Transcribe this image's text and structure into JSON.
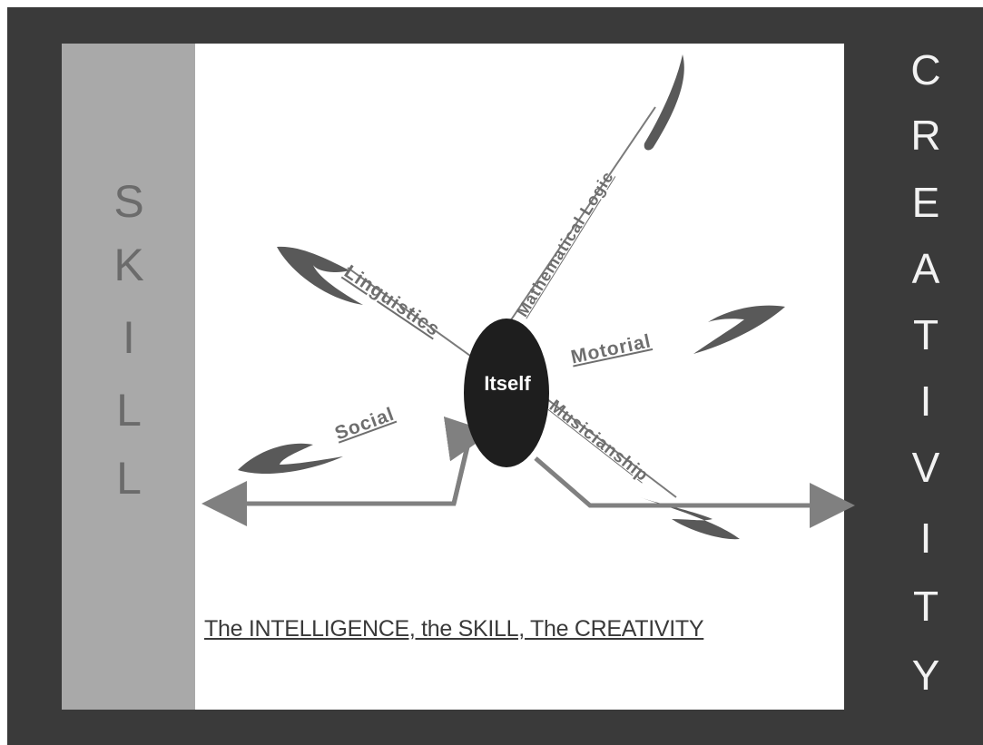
{
  "left_column": {
    "letters": [
      "S",
      "K",
      "I",
      "L",
      "L"
    ]
  },
  "right_column": {
    "letters": [
      "C",
      "R",
      "E",
      "A",
      "T",
      "I",
      "V",
      "I",
      "T",
      "Y"
    ]
  },
  "center": {
    "label": "Itself"
  },
  "branches": {
    "mathematical_logic": "Mathematical Logic",
    "linguistics": "Linguistics",
    "motorial": "Motorial",
    "social": "Social",
    "musicianship": "Musicianship"
  },
  "caption": "The INTELLIGENCE, the SKILL, The CREATIVITY",
  "colors": {
    "frame": "#3a3a3a",
    "skill_bar": "#a9a9a9",
    "panel": "#ffffff",
    "arrows": "#808080",
    "swoosh": "#595959",
    "center": "#1e1e1e"
  }
}
